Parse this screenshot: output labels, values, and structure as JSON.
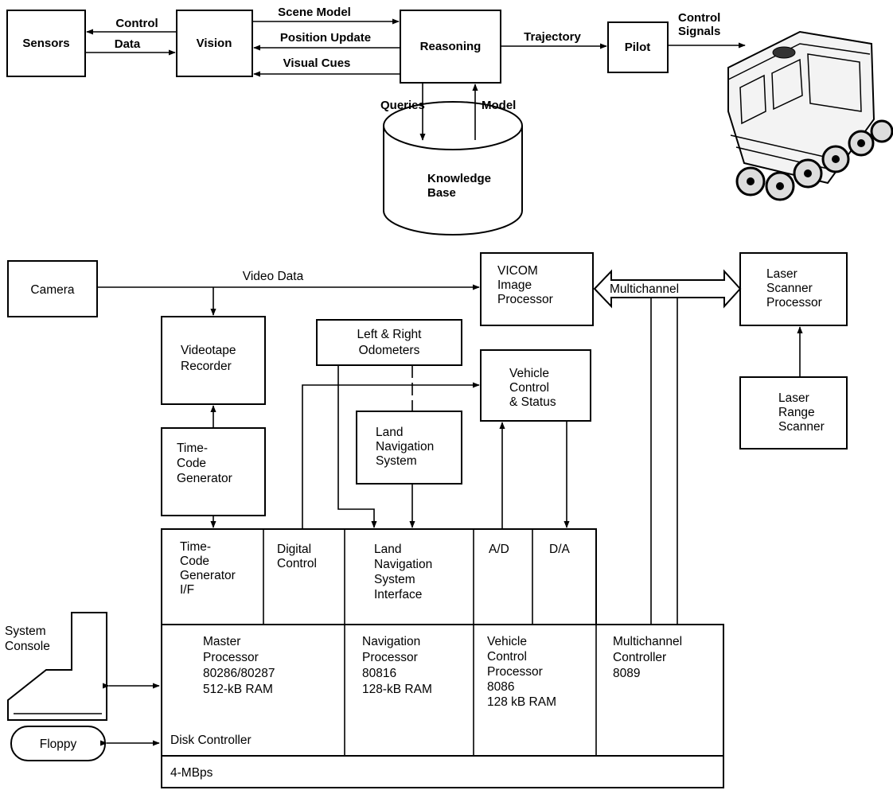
{
  "top": {
    "sensors": "Sensors",
    "vision": "Vision",
    "reasoning": "Reasoning",
    "pilot": "Pilot",
    "kb": [
      "Knowledge",
      "Base"
    ],
    "edges": {
      "control": "Control",
      "data": "Data",
      "scene_model": "Scene Model",
      "position_update": "Position Update",
      "visual_cues": "Visual Cues",
      "trajectory": "Trajectory",
      "control_signals": [
        "Control",
        "Signals"
      ],
      "queries": "Queries",
      "model": "Model"
    }
  },
  "bottom": {
    "camera": "Camera",
    "video_data": "Video Data",
    "vicom": [
      "VICOM",
      "Image",
      "Processor"
    ],
    "multichannel": "Multichannel",
    "laser_proc": [
      "Laser",
      "Scanner",
      "Processor"
    ],
    "laser_range": [
      "Laser",
      "Range",
      "Scanner"
    ],
    "vtr": [
      "Videotape",
      "Recorder"
    ],
    "odometers": [
      "Left & Right",
      "Odometers"
    ],
    "vehicle_control": [
      "Vehicle",
      "Control",
      "& Status"
    ],
    "land_nav": [
      "Land",
      "Navigation",
      "System"
    ],
    "timecode": [
      "Time-",
      "Code",
      "Generator"
    ],
    "tc_if": [
      "Time-",
      "Code",
      "Generator",
      "I/F"
    ],
    "digital_control": [
      "Digital",
      "Control"
    ],
    "lns_if": [
      "Land",
      "Navigation",
      "System",
      "Interface"
    ],
    "ad": "A/D",
    "da": "D/A",
    "master": [
      "Master",
      "Processor",
      "80286/80287",
      "512-kB RAM"
    ],
    "nav_proc": [
      "Navigation",
      "Processor",
      "80816",
      "128-kB RAM"
    ],
    "veh_proc": [
      "Vehicle",
      "Control",
      "Processor",
      "8086",
      "128 kB RAM"
    ],
    "mc_ctrl": [
      "Multichannel",
      "Controller",
      "8089"
    ],
    "disk": "Disk Controller",
    "bus": "4-MBps",
    "console": [
      "System",
      "Console"
    ],
    "floppy": "Floppy"
  }
}
